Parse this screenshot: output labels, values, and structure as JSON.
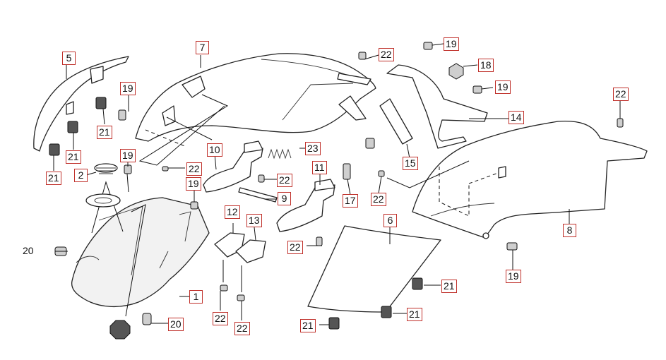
{
  "diagram": {
    "callouts": [
      {
        "id": "c5",
        "text": "5"
      },
      {
        "id": "c7",
        "text": "7"
      },
      {
        "id": "c19a",
        "text": "19"
      },
      {
        "id": "c21a",
        "text": "21"
      },
      {
        "id": "c21b",
        "text": "21"
      },
      {
        "id": "c21c",
        "text": "21"
      },
      {
        "id": "c2",
        "text": "2"
      },
      {
        "id": "c19b",
        "text": "19"
      },
      {
        "id": "c19c",
        "text": "19"
      },
      {
        "id": "c10",
        "text": "10"
      },
      {
        "id": "c22a",
        "text": "22"
      },
      {
        "id": "c22b",
        "text": "22"
      },
      {
        "id": "c23",
        "text": "23"
      },
      {
        "id": "c11",
        "text": "11"
      },
      {
        "id": "c9",
        "text": "9"
      },
      {
        "id": "c12",
        "text": "12"
      },
      {
        "id": "c13",
        "text": "13"
      },
      {
        "id": "c22c",
        "text": "22"
      },
      {
        "id": "c22d",
        "text": "22"
      },
      {
        "id": "c22e",
        "text": "22"
      },
      {
        "id": "c1",
        "text": "1"
      },
      {
        "id": "c20b",
        "text": "20"
      },
      {
        "id": "c22top",
        "text": "22"
      },
      {
        "id": "c19d",
        "text": "19"
      },
      {
        "id": "c18",
        "text": "18"
      },
      {
        "id": "c19e",
        "text": "19"
      },
      {
        "id": "c14",
        "text": "14"
      },
      {
        "id": "c15",
        "text": "15"
      },
      {
        "id": "c17",
        "text": "17"
      },
      {
        "id": "c22f",
        "text": "22"
      },
      {
        "id": "c6",
        "text": "6"
      },
      {
        "id": "c22g",
        "text": "22"
      },
      {
        "id": "c8",
        "text": "8"
      },
      {
        "id": "c19f",
        "text": "19"
      },
      {
        "id": "c21d",
        "text": "21"
      },
      {
        "id": "c21e",
        "text": "21"
      },
      {
        "id": "c21f",
        "text": "21"
      }
    ],
    "plain_labels": [
      {
        "id": "p20",
        "text": "20"
      }
    ]
  }
}
